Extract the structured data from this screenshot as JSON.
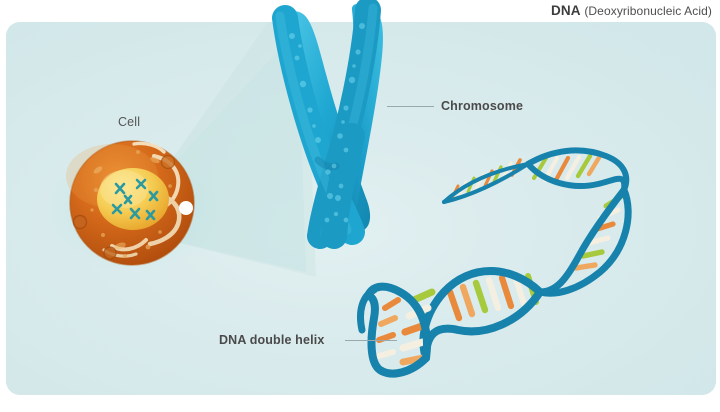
{
  "title": {
    "main": "DNA",
    "subtitle": "(Deoxyribonucleic Acid)"
  },
  "diagram": {
    "background_color": "#daeced",
    "panel_color": "#dcedee",
    "labels": [
      {
        "id": "cell",
        "text": "Cell"
      },
      {
        "id": "chromosome",
        "text": "Chromosome"
      },
      {
        "id": "dna-double-helix",
        "text": "DNA double helix"
      }
    ],
    "elements": {
      "cell": {
        "name": "Cell",
        "membrane_color": "#c25a18",
        "cytoplasm_color": "#d2691e",
        "nucleus_color": "#f2c14a",
        "chromosome_color": "#2a9aa0",
        "vesicle_color": "#ffffff"
      },
      "chromosome": {
        "name": "Chromosome",
        "body_color": "#1aa5cd",
        "highlight_color": "#55c8e4",
        "shadow_color": "#1487ad",
        "shape": "X"
      },
      "dna_helix": {
        "name": "DNA double helix",
        "backbone_color": "#1782ab",
        "base_colors": [
          "#e8893c",
          "#a7c93c",
          "#f5f0e0",
          "#f0a860"
        ],
        "turns": 7
      },
      "magnification_cone": {
        "name": "magnification-cone",
        "color": "#c9e2e3"
      }
    }
  }
}
